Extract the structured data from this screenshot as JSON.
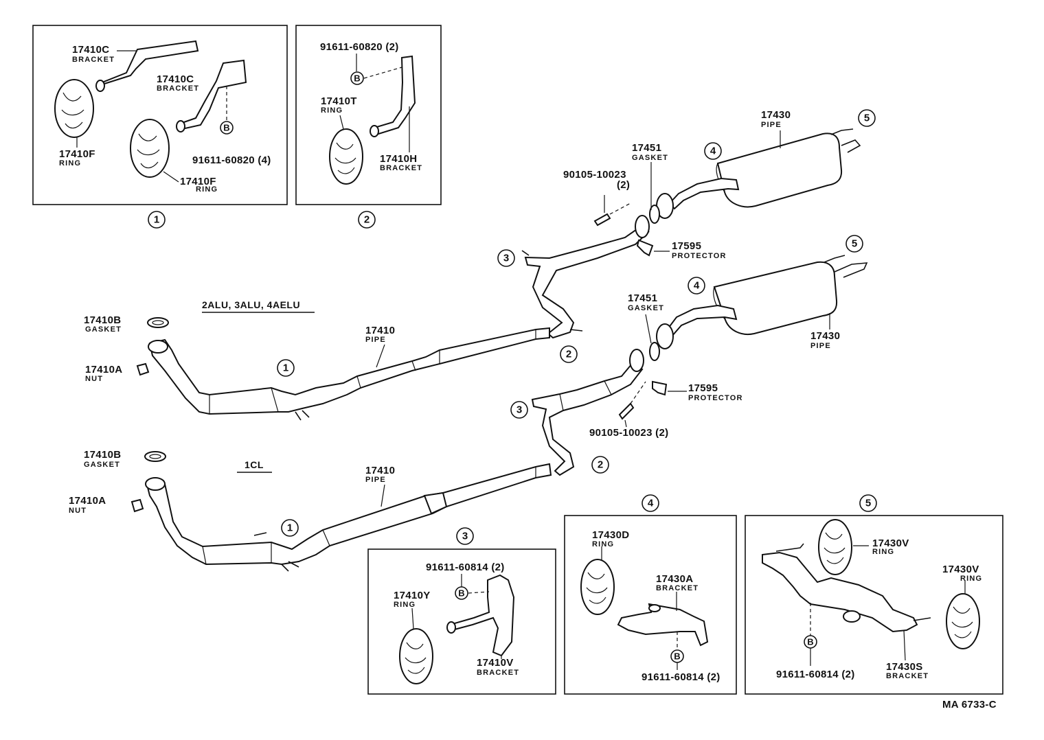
{
  "labels": {
    "b1_bracket_a_pn": "17410C",
    "b1_bracket_a_nm": "BRACKET",
    "b1_bracket_b_pn": "17410C",
    "b1_bracket_b_nm": "BRACKET",
    "b1_ring_a_pn": "17410F",
    "b1_ring_a_nm": "RING",
    "b1_ring_b_pn": "17410F",
    "b1_ring_b_nm": "RING",
    "b1_bolt": "91611-60820 (4)",
    "b2_bolt": "91611-60820 (2)",
    "b2_ring_pn": "17410T",
    "b2_ring_nm": "RING",
    "b2_bracket_pn": "17410H",
    "b2_bracket_nm": "BRACKET",
    "top_pipe_pn": "17430",
    "top_pipe_nm": "PIPE",
    "top_gasket_pn": "17451",
    "top_gasket_nm": "GASKET",
    "top_bolt_pn": "90105-10023",
    "top_bolt_qty": "(2)",
    "top_protector_pn": "17595",
    "top_protector_nm": "PROTECTOR",
    "engine_upper": "2ALU, 3ALU, 4AELU",
    "engine_lower": "1CL",
    "up_gasket_pn": "17410B",
    "up_gasket_nm": "GASKET",
    "up_nut_pn": "17410A",
    "up_nut_nm": "NUT",
    "up_pipe_pn": "17410",
    "up_pipe_nm": "PIPE",
    "mid_gasket_pn": "17451",
    "mid_gasket_nm": "GASKET",
    "mid_pipe_pn": "17430",
    "mid_pipe_nm": "PIPE",
    "mid_protector_pn": "17595",
    "mid_protector_nm": "PROTECTOR",
    "mid_bolt": "90105-10023 (2)",
    "lo_gasket_pn": "17410B",
    "lo_gasket_nm": "GASKET",
    "lo_nut_pn": "17410A",
    "lo_nut_nm": "NUT",
    "lo_pipe_pn": "17410",
    "lo_pipe_nm": "PIPE",
    "b3_bolt": "91611-60814 (2)",
    "b3_ring_pn": "17410Y",
    "b3_ring_nm": "RING",
    "b3_bracket_pn": "17410V",
    "b3_bracket_nm": "BRACKET",
    "b4_ring_pn": "17430D",
    "b4_ring_nm": "RING",
    "b4_bracket_pn": "17430A",
    "b4_bracket_nm": "BRACKET",
    "b4_bolt": "91611-60814 (2)",
    "b5_ring_a_pn": "17430V",
    "b5_ring_a_nm": "RING",
    "b5_ring_b_pn": "17430V",
    "b5_ring_b_nm": "RING",
    "b5_bolt": "91611-60814 (2)",
    "b5_bracket_pn": "17430S",
    "b5_bracket_nm": "BRACKET",
    "figure_code": "MA 6733-C"
  },
  "callouts": {
    "c1": "1",
    "c2": "2",
    "c3": "3",
    "c4": "4",
    "c5": "5",
    "bolt_mark": "B"
  }
}
